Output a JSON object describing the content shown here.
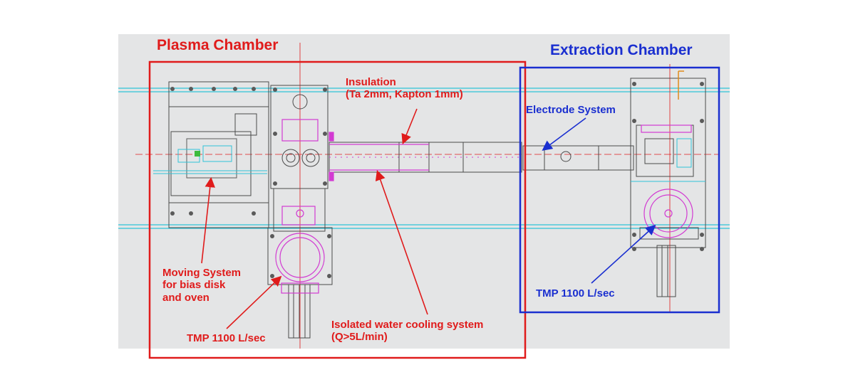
{
  "titles": {
    "plasma": "Plasma Chamber",
    "extraction": "Extraction Chamber"
  },
  "annotations": {
    "insulation": "Insulation\n(Ta 2mm, Kapton 1mm)",
    "electrode": "Electrode System",
    "moving": "Moving System\nfor bias disk\nand oven",
    "tmp_left": "TMP 1100 L/sec",
    "tmp_right": "TMP 1100 L/sec",
    "cooling": "Isolated water cooling system\n(Q>5L/min)"
  },
  "colors": {
    "background": "#e4e5e6",
    "red": "#e01b1b",
    "blue": "#1a2fd0",
    "cyan": "#2fc4d8",
    "magenta": "#d23ad2",
    "drawing": "#4a4a4a"
  }
}
